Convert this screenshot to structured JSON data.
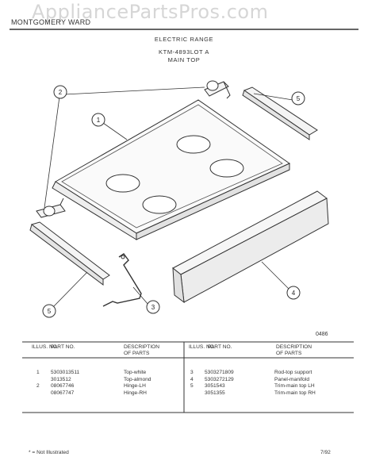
{
  "header": {
    "brand": "MONTGOMERY WARD",
    "watermark": "AppliancePartsPros.com",
    "product": "ELECTRIC RANGE",
    "model": "KTM-4893LOT A",
    "section": "MAIN TOP"
  },
  "diagram": {
    "callouts": [
      "1",
      "2",
      "3",
      "4",
      "5",
      "5"
    ],
    "ref_code": "0486"
  },
  "table": {
    "headers": {
      "illus_no": "ILLUS. NO.",
      "part_no": "PART NO.",
      "description": "DESCRIPTION OF PARTS"
    },
    "left_rows": [
      {
        "illus": "1",
        "part": "5303013511",
        "desc": "Top-white"
      },
      {
        "illus": "",
        "part": "3013512",
        "desc": "Top-almond"
      },
      {
        "illus": "2",
        "part": "08067746",
        "desc": "Hinge-LH"
      },
      {
        "illus": "",
        "part": "08067747",
        "desc": "Hinge-RH"
      }
    ],
    "right_rows": [
      {
        "illus": "3",
        "part": "5303271809",
        "desc": "Rod-top support"
      },
      {
        "illus": "4",
        "part": "5303272129",
        "desc": "Panel-manifold"
      },
      {
        "illus": "5",
        "part": "3051543",
        "desc": "Trim-main top LH"
      },
      {
        "illus": "",
        "part": "3051355",
        "desc": "Trim-main top RH"
      }
    ]
  },
  "footer": {
    "note": "* = Not Illustrated",
    "date": "7/92"
  }
}
